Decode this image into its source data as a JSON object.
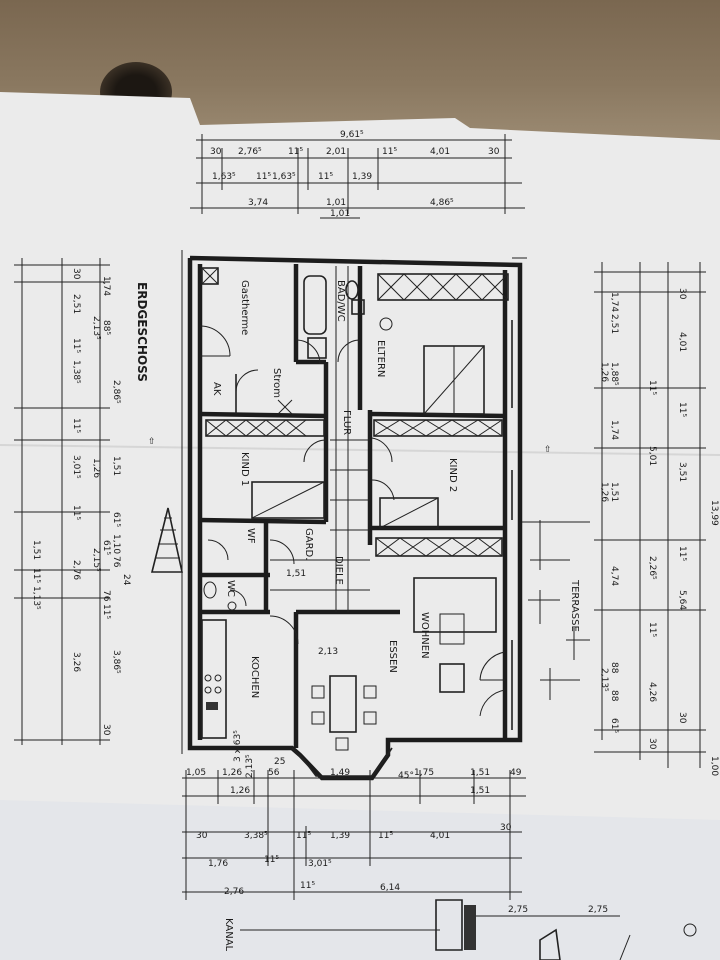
{
  "plan": {
    "title": "ERDGESCHOSS",
    "rooms": {
      "gastherme": "Gastherme",
      "bad_wc": "BAD/WC",
      "eltern": "ELTERN",
      "strom": "Strom",
      "ak": "AK",
      "flur": "FLUR",
      "kind1": "KIND 1",
      "kind2": "KIND 2",
      "wf": "WF",
      "gard": "GARD.",
      "diele": "DIELE",
      "wc": "WC",
      "kochen": "KOCHEN",
      "essen": "ESSEN",
      "wohnen": "WOHNEN",
      "terrasse": "TERRASSE",
      "kanal": "KANAL"
    },
    "dims_top": {
      "overall": "9,61⁵",
      "row1": [
        "30",
        "2,76⁵",
        "11⁵",
        "2,01",
        "11⁵",
        "4,01",
        "30"
      ],
      "row2": [
        "1,63⁵",
        "11⁵",
        "1,63⁵",
        "11⁵",
        "1,39"
      ],
      "row3": [
        "3,74",
        "1,01",
        "4,86⁵"
      ],
      "row4": [
        "1,01"
      ]
    },
    "dims_left": {
      "outer": [
        "30",
        "2,51",
        "11⁵",
        "3,01⁵",
        "11⁵",
        "1,51",
        "11⁵",
        "1,13⁵"
      ],
      "mid": [
        "1,74",
        "88⁵",
        "2,13⁵",
        "1,38⁵",
        "1,26",
        "2,15⁵",
        "2,76",
        "3,26"
      ],
      "inner": [
        "2,86⁵",
        "11⁵",
        "1,51",
        "61⁵",
        "1,10",
        "61⁵",
        "76",
        "24",
        "76",
        "11⁵",
        "3,86⁵",
        "30"
      ]
    },
    "dims_right": {
      "outer": [
        "13,99",
        "1,00"
      ],
      "mid": [
        "30",
        "4,01",
        "11⁵",
        "5,01",
        "3,51",
        "11⁵",
        "5,64",
        "30"
      ],
      "inner": [
        "1,74",
        "2,51",
        "1,88⁵",
        "1,26",
        "11⁵",
        "1,74",
        "1,51",
        "1,26",
        "2,26⁵",
        "4,74",
        "11⁵",
        "4,26",
        "88",
        "88",
        "2,13⁵",
        "61⁵",
        "30"
      ]
    },
    "dims_bottom": {
      "row1": [
        "1,05",
        "1,26",
        "56",
        "1,49",
        "1,75",
        "1,51",
        "49"
      ],
      "row2": [
        "1,26",
        "1,51"
      ],
      "row3": [
        "30",
        "3,38⁵",
        "11⁵",
        "1,39",
        "11⁵",
        "4,01",
        "30"
      ],
      "row4": [
        "1,76",
        "11⁵",
        "3,01⁵"
      ],
      "row5": [
        "2,76",
        "11⁵",
        "6,14"
      ],
      "site": [
        "2,75",
        "2,75"
      ]
    },
    "notes": {
      "bay_dims": "3 x 63⁵",
      "bay_dims2": "2,13⁵",
      "bay_25": "25",
      "angle": "45°",
      "flur_w": "1,51",
      "essen_w": "2,13",
      "kind_dim": "1,51"
    }
  }
}
